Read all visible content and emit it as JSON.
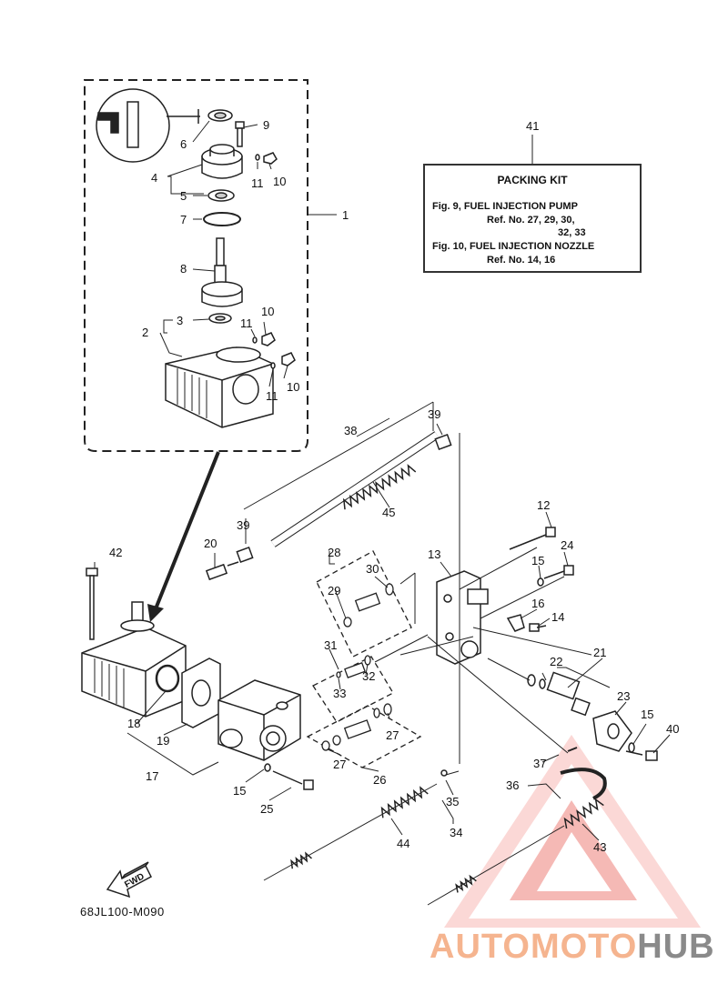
{
  "part_labels": [
    "1",
    "2",
    "3",
    "4",
    "5",
    "6",
    "7",
    "8",
    "9",
    "10",
    "10",
    "10",
    "11",
    "11",
    "11",
    "12",
    "13",
    "14",
    "15",
    "15",
    "15",
    "16",
    "17",
    "18",
    "19",
    "20",
    "21",
    "22",
    "23",
    "24",
    "25",
    "26",
    "27",
    "27",
    "28",
    "29",
    "30",
    "31",
    "32",
    "33",
    "34",
    "35",
    "36",
    "37",
    "38",
    "39",
    "39",
    "40",
    "41",
    "42",
    "43",
    "44",
    "45"
  ],
  "packing_kit": {
    "title": "PACKING KIT",
    "line1": "Fig. 9, FUEL INJECTION PUMP",
    "line2": "Ref. No. 27, 29, 30,",
    "line3": "32, 33",
    "line4": "Fig. 10, FUEL INJECTION NOZZLE",
    "line5": "Ref. No. 14, 16"
  },
  "fwd_label": "FWD",
  "diagram_code": "68JL100-M090",
  "watermark": {
    "part1": "AUTOMOTO",
    "part2": "HUB"
  },
  "colors": {
    "line": "#222222",
    "watermark_red": "#f08a84",
    "watermark_orange": "#f5b48f",
    "watermark_gray": "#8a8a8a"
  }
}
